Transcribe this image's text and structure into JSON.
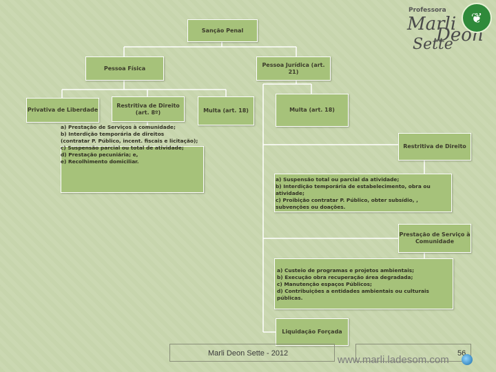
{
  "brand": {
    "title": "Professora",
    "name_line1": "Marli",
    "name_line2": "Deon",
    "name_line3": "Sette",
    "logo_icon": "leaf-icon"
  },
  "nodes": {
    "root": "Sanção Penal",
    "pessoa_fisica": "Pessoa Física",
    "pessoa_juridica": "Pessoa Jurídica (art. 21)",
    "privativa": "Privativa de Liberdade",
    "restritiva_pf": "Restritiva de Direito (art. 8º)",
    "multa_pf": "Multa (art. 18)",
    "multa_pj": "Multa (art. 18)",
    "restritiva_pj": "Restritiva de Direito",
    "prestacao_pj": "Prestação de Serviço à Comunidade",
    "liquidacao": "Liquidação Forçada"
  },
  "lists": {
    "restritiva_pf_items": [
      "a) Prestação de Serviços à comunidade;",
      "b) Interdição temporária de direitos",
      "(contratar P. Público, incent. fiscais e licitação);",
      "c) Suspensão parcial ou total de atividade;",
      "d) Prestação pecuniária; e,",
      "e) Recolhimento domiciliar."
    ],
    "restritiva_pj_items": [
      "a) Suspensão total ou parcial da atividade;",
      "b) Interdição temporária de estabelecimento, obra ou atividade;",
      "c) Proibição contratar P. Público, obter subsídio, , subvenções ou doações."
    ],
    "prestacao_items": [
      "a) Custeio de programas e projetos ambientais;",
      "b) Execução obra recuperação área degradada;",
      "c) Manutenção espaços Públicos;",
      "d) Contribuições a entidades ambientais ou culturais públicas."
    ]
  },
  "footer": {
    "author": "Marli Deon Sette - 2012",
    "url": "www.marli.ladesom.com",
    "page": "56"
  },
  "colors": {
    "box_fill": "#a6c27a",
    "background": "#c9d6b0",
    "line": "#ffffff"
  }
}
